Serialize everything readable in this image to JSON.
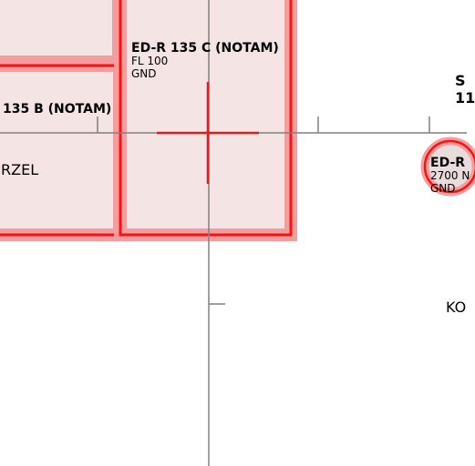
{
  "colors": {
    "zone_fill": "#f4e4e4",
    "zone_band": "#f29e9e",
    "zone_edge": "#ff1010",
    "grid_line": "#808080",
    "crosshair": "#e51a1a",
    "circle_fill": "#e8dcdc"
  },
  "zones": {
    "zone_c": {
      "name": "ED-R 135 C (NOTAM)",
      "upper": "FL 100",
      "lower": "GND"
    },
    "zone_b": {
      "name": "135 B (NOTAM)"
    },
    "zone_small": {
      "name": "ED-R",
      "upper": "2700 N",
      "lower": "GND"
    }
  },
  "places": {
    "left": "RZEL",
    "right": "KO"
  },
  "fragments": {
    "top_right_line1": "S",
    "top_right_line2": "11"
  }
}
